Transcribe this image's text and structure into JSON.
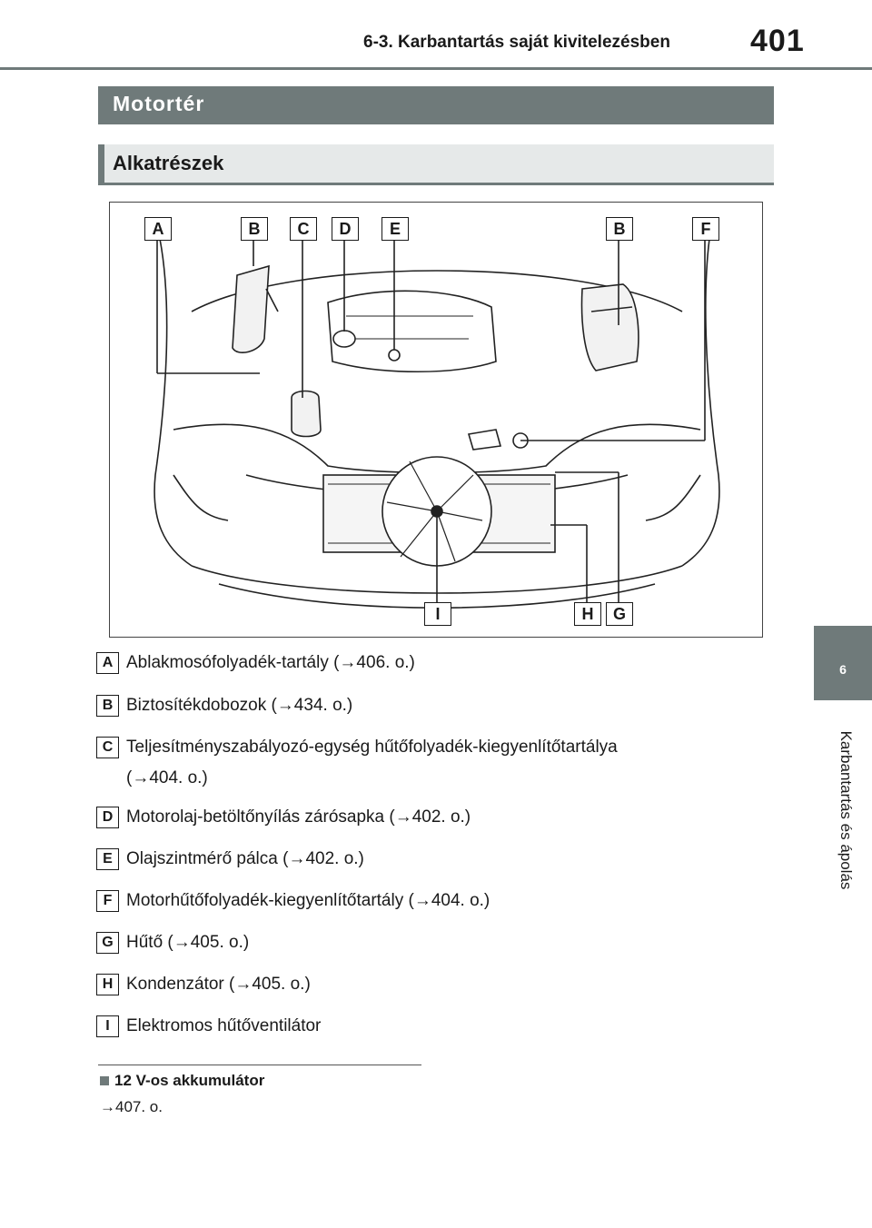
{
  "header": {
    "title": "6-3. Karbantartás saját kivitelezésben",
    "page_number": "401"
  },
  "section": {
    "title": "Motortér"
  },
  "subsection": {
    "title": "Alkatrészek"
  },
  "diagram": {
    "top_markers": [
      "A",
      "B",
      "C",
      "D",
      "E",
      "B",
      "F"
    ],
    "bottom_markers": [
      "I",
      "H",
      "G"
    ]
  },
  "items": [
    {
      "key": "A",
      "text": "Ablakmosófolyadék-tartály (→406. o.)"
    },
    {
      "key": "B",
      "text": "Biztosítékdobozok (→434. o.)"
    },
    {
      "key": "C",
      "text": "Teljesítményszabályozó-egység hűtőfolyadék-kiegyenlítőtartálya",
      "text2": "(→404. o.)"
    },
    {
      "key": "D",
      "text": "Motorolaj-betöltőnyílás zárósapka (→402. o.)"
    },
    {
      "key": "E",
      "text": "Olajszintmérő pálca (→402. o.)"
    },
    {
      "key": "F",
      "text": "Motorhűtőfolyadék-kiegyenlítőtartály (→404. o.)"
    },
    {
      "key": "G",
      "text": "Hűtő (→405. o.)"
    },
    {
      "key": "H",
      "text": "Kondenzátor (→405. o.)"
    },
    {
      "key": "I",
      "text": "Elektromos hűtőventilátor"
    }
  ],
  "battery": {
    "title": "12 V-os akkumulátor",
    "ref": "→407. o."
  },
  "side_tab": {
    "number": "6",
    "label": "Karbantartás és ápolás"
  }
}
